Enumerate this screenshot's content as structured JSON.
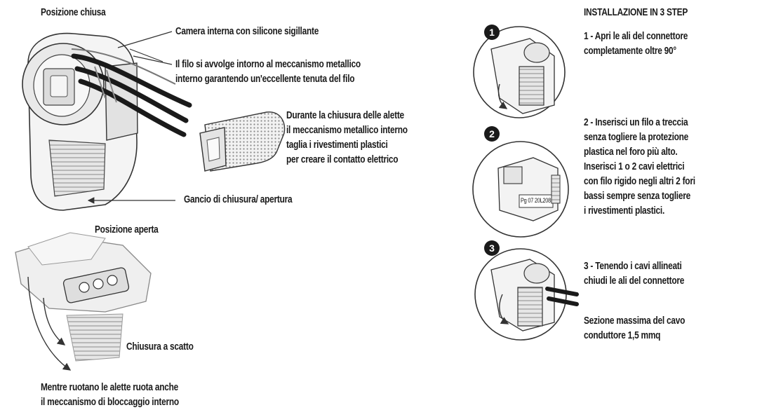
{
  "labels": {
    "closed_position": "Posizione chiusa",
    "inner_chamber": "Camera interna con silicone sigillante",
    "wire_wrap": "Il filo si avvolge intorno al meccanismo metallico\ninterno garantendo un'eccellente tenuta del filo",
    "closing_wings": "Durante la chiusura delle alette\nil meccanismo metallico interno\ntaglia i rivestimenti plastici\nper creare il contatto elettrico",
    "hook": "Gancio di chiusura/ apertura",
    "open_position": "Posizione aperta",
    "snap_closure": "Chiusura a scatto",
    "rotation_note": "Mentre ruotano le alette ruota anche\nil meccanismo di bloccaggio interno"
  },
  "installation": {
    "title": "INSTALLAZIONE IN 3 STEP",
    "steps": [
      {
        "number": "1",
        "text": "1 - Apri le ali del connettore\ncompletamente oltre 90°"
      },
      {
        "number": "2",
        "text": "2 - Inserisci un filo a treccia\nsenza togliere la protezione\nplastica nel foro più alto.\nInserisci 1 o 2 cavi elettrici\ncon filo rigido negli altri 2 fori\nbassi sempre senza togliere\ni rivestimenti plastici."
      },
      {
        "number": "3",
        "text": "3 - Tenendo i cavi allineati\nchiudi le ali del connettore"
      }
    ],
    "max_section": "Sezione massima del cavo\nconduttore 1,5 mmq",
    "connector_code": "Pg 07 20L208"
  },
  "colors": {
    "ink": "#1a1a1a",
    "line": "#333333",
    "shade": "#cfcfcf",
    "light": "#ececec"
  }
}
